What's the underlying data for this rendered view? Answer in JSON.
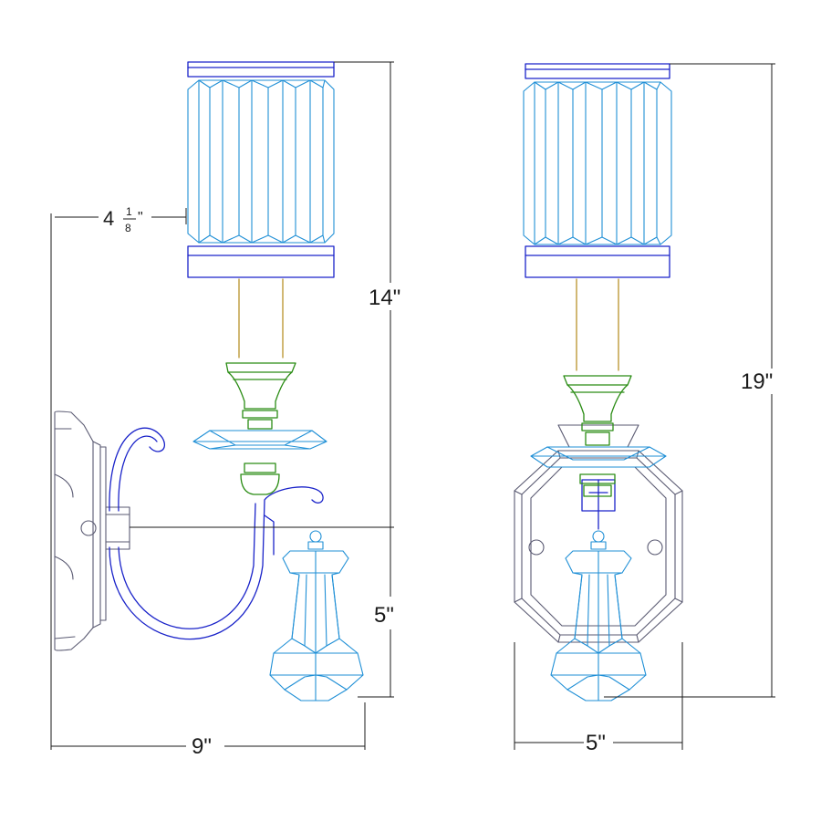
{
  "dimensions": {
    "arm_offset": {
      "whole": "4",
      "numerator": "1",
      "denominator": "8",
      "unit": "\""
    },
    "side_height": "14\"",
    "drop_height": "5\"",
    "total_depth": "9\"",
    "total_height": "19\"",
    "backplate_width": "5\""
  },
  "colors": {
    "frame": "#1a23c9",
    "crystal": "#1f8fd6",
    "cup": "#2a8c14",
    "backplate": "#5a5a72",
    "candle": "#b8922a",
    "dimension": "#1a1a1a"
  }
}
